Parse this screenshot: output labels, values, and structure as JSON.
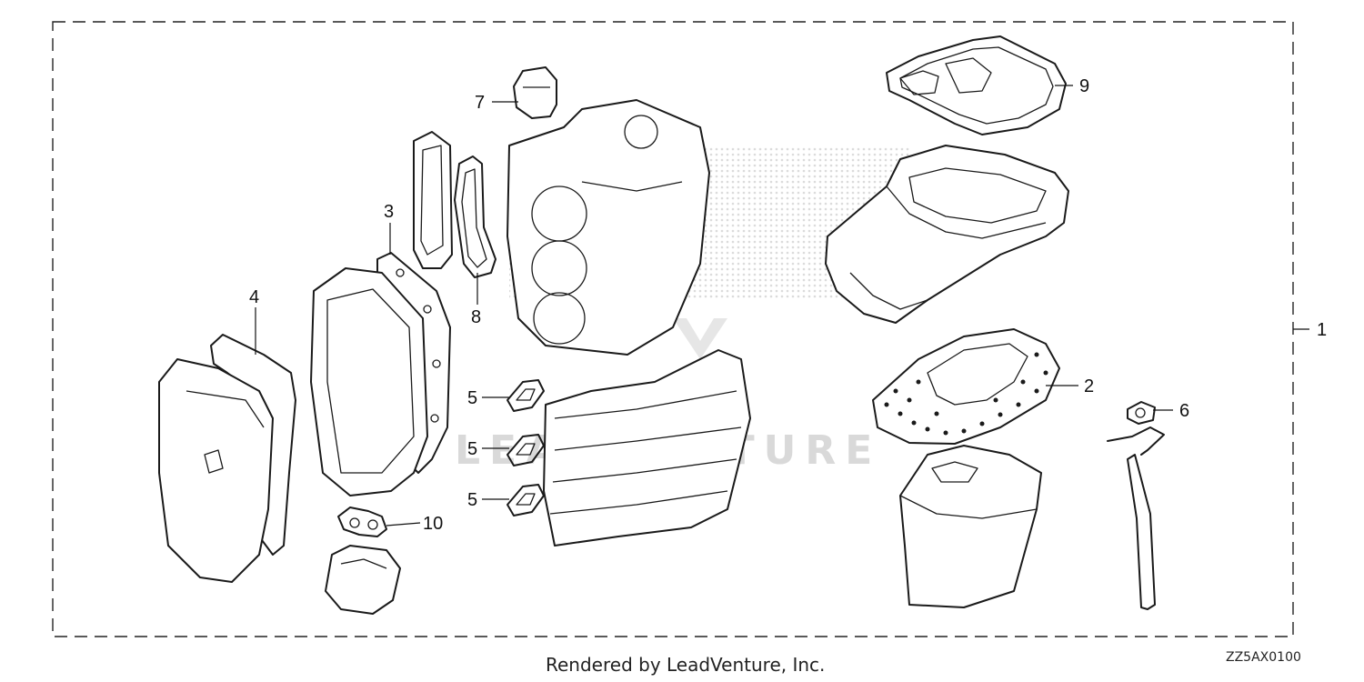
{
  "diagram": {
    "footer": "Rendered by LeadVenture, Inc.",
    "drawing_code": "ZZ5AX0100",
    "watermark": "LEADVENTURE",
    "callouts": [
      "1",
      "2",
      "3",
      "4",
      "5",
      "5",
      "5",
      "6",
      "7",
      "8",
      "9",
      "10"
    ]
  },
  "colors": {
    "line": "#1a1a1a",
    "watermark": "#d9d9d9",
    "background": "#ffffff"
  }
}
